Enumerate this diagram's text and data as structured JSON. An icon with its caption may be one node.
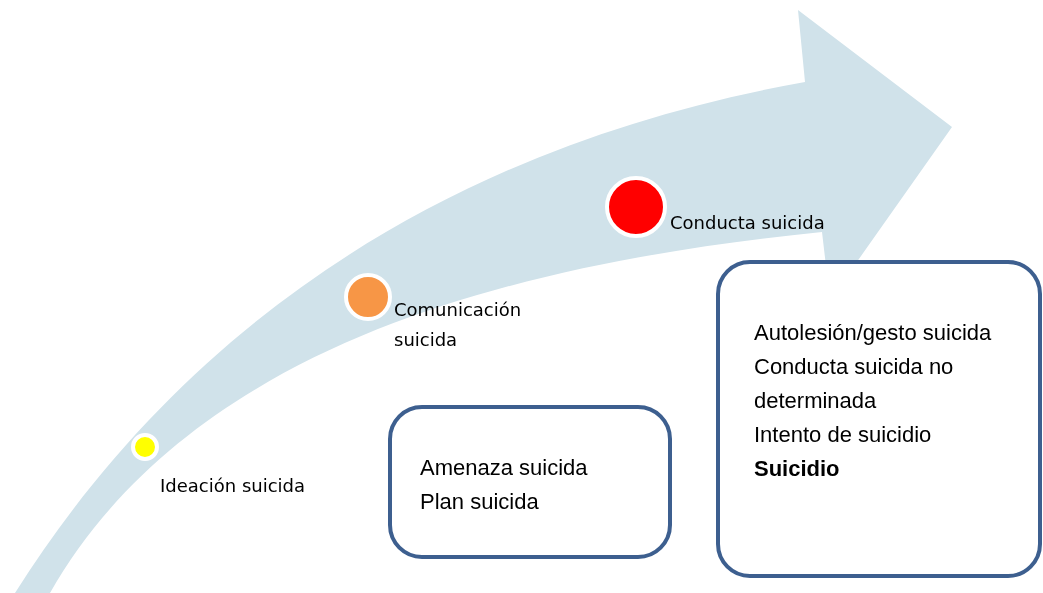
{
  "diagram": {
    "nodes": [
      {
        "text": [],
        "shape": "circle",
        "beside": [
          "Ideación suicida"
        ]
      },
      {
        "text": [],
        "shape": "circle",
        "beside": [
          "Comunicación suicida"
        ]
      },
      {
        "text": [],
        "shape": "circle",
        "beside": [
          "Conducta suicida"
        ]
      },
      {
        "text": [
          "Amenaza suicida",
          "Plan suicida"
        ]
      },
      {
        "text": [
          "Autolesión/gesto suicida",
          "Conducta suicida no determinada",
          "Intento de suicidio",
          "**Suicidio**"
        ]
      }
    ]
  }
}
